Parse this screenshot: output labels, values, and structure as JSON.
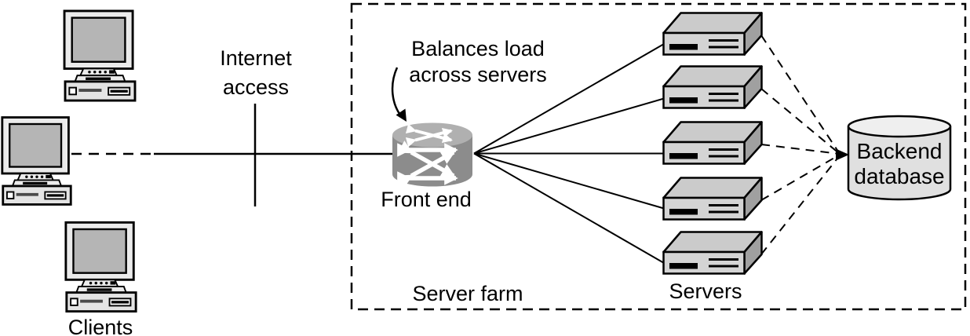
{
  "diagram": {
    "clients": {
      "label": "Clients",
      "count": 3,
      "icon": "client-computer-icon"
    },
    "internet": {
      "label": "Internet\naccess"
    },
    "front_end": {
      "label": "Front end",
      "note": "Balances load\nacross servers",
      "icon": "load-balancer-icon"
    },
    "server_farm": {
      "label": "Server farm"
    },
    "servers": {
      "label": "Servers",
      "count": 5,
      "icon": "server-chassis-icon"
    },
    "database": {
      "label": "Backend\ndatabase",
      "icon": "database-cylinder-icon"
    },
    "colors": {
      "background": "#ffffff",
      "line": "#000000",
      "client_body": "#ebebeb",
      "client_screen": "#b5b5b5",
      "server_front": "#d4d4d4",
      "server_top": "#cbcbcb",
      "server_side": "#a0a0a0",
      "load_balancer_body": "#8c8c8c",
      "load_balancer_top": "#b0b0b0",
      "load_balancer_arrows": "#ffffff",
      "database_body": "#e0e0e0",
      "database_top": "#efefef"
    }
  }
}
